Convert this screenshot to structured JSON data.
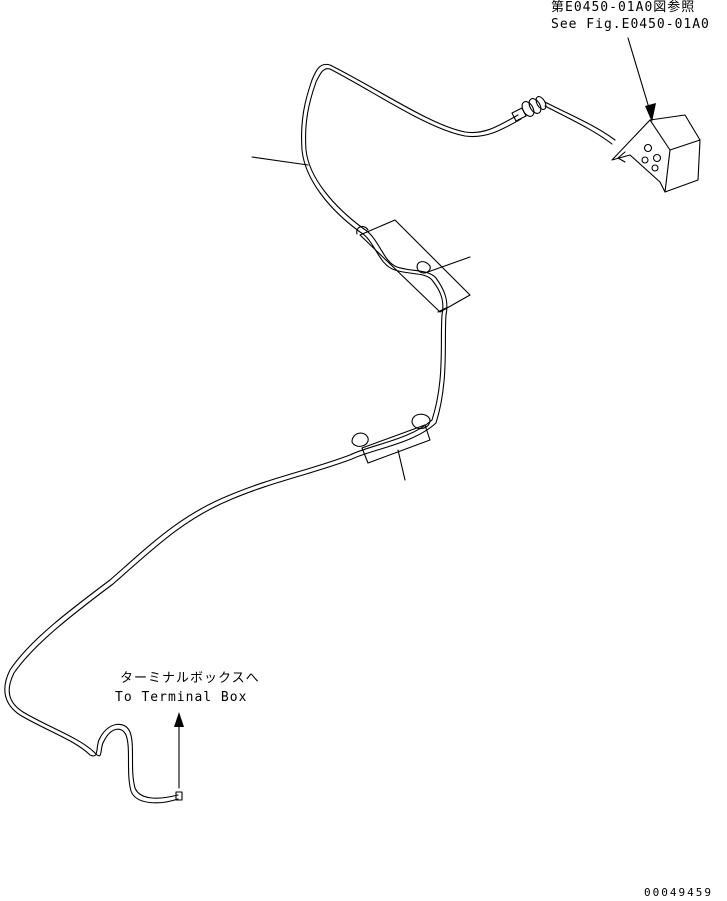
{
  "reference_note": {
    "japanese": "第E0450-01A0図参照",
    "english": "See Fig.E0450-01A0"
  },
  "terminal_note": {
    "japanese": "ターミナルボックスへ",
    "english": "To Terminal Box"
  },
  "drawing_number": "00049459",
  "colors": {
    "line": "#000000",
    "background": "#ffffff"
  }
}
